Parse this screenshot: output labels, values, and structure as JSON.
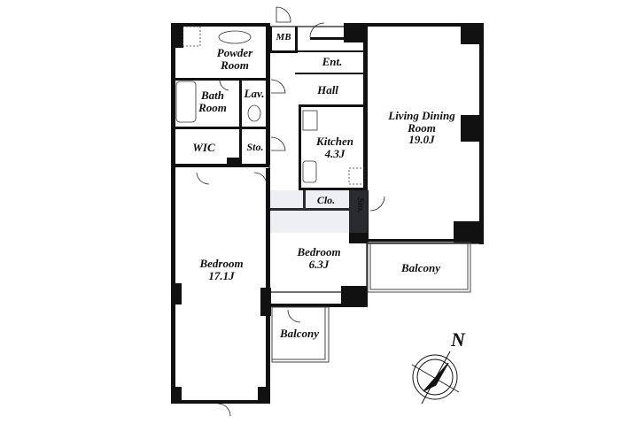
{
  "floor_plan": {
    "rooms": {
      "mb": {
        "label": "MB"
      },
      "powder_room": {
        "line1": "Powder",
        "line2": "Room"
      },
      "entrance": {
        "label": "Ent."
      },
      "hall": {
        "label": "Hall"
      },
      "bath_room": {
        "line1": "Bath",
        "line2": "Room"
      },
      "lavatory": {
        "label": "Lav."
      },
      "wic": {
        "label": "WIC"
      },
      "storage_1": {
        "label": "Sto."
      },
      "kitchen": {
        "line1": "Kitchen",
        "line2": "4.3J"
      },
      "living_dining": {
        "line1": "Living Dining",
        "line2": "Room",
        "line3": "19.0J"
      },
      "closet": {
        "label": "Clo."
      },
      "storage_2": {
        "label": "Sto."
      },
      "bedroom_main": {
        "line1": "Bedroom",
        "line2": "17.1J"
      },
      "bedroom_small": {
        "line1": "Bedroom",
        "line2": "6.3J"
      },
      "balcony_east": {
        "label": "Balcony"
      },
      "balcony_south": {
        "label": "Balcony"
      }
    },
    "compass": {
      "label": "N"
    },
    "colors": {
      "wall": "#111111",
      "line": "#333333",
      "background": "#ffffff"
    }
  }
}
